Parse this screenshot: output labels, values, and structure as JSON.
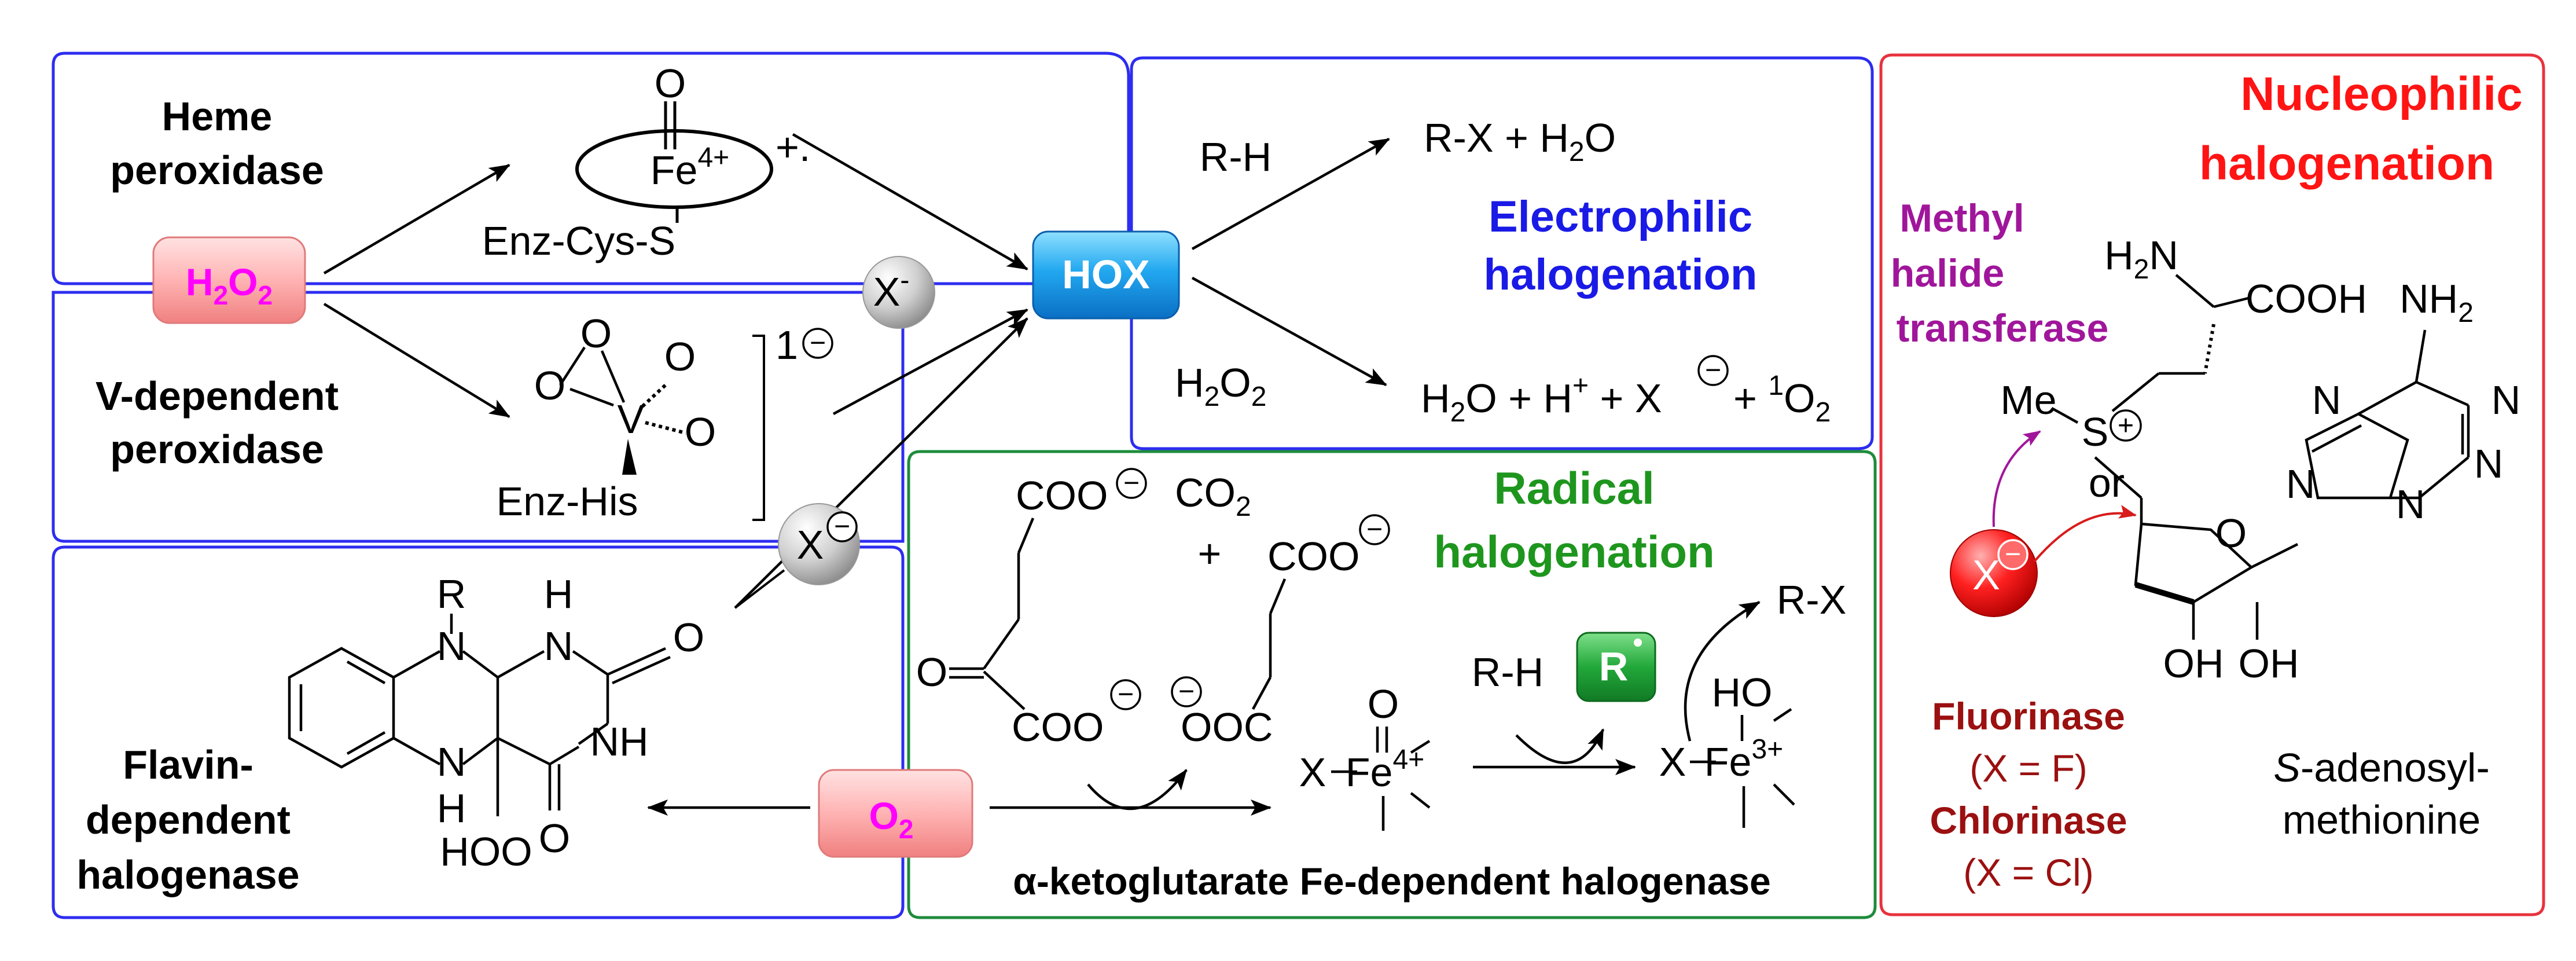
{
  "heme": {
    "title_line1": "Heme",
    "title_line2": "peroxidase",
    "oxo": "O",
    "fe": "Fe",
    "fe_charge": "4+",
    "radical": "+.",
    "ligand": "Enz-Cys-S"
  },
  "vanadium": {
    "title_line1": "V-dependent",
    "title_line2": "peroxidase",
    "metal": "V",
    "o1": "O",
    "o2": "O",
    "o3": "O",
    "o4": "O",
    "charge_num": "1",
    "charge_sign": "−",
    "ligand": "Enz-His"
  },
  "flavin": {
    "title_line1": "Flavin-",
    "title_line2": "dependent",
    "title_line3": "halogenase",
    "r": "R",
    "n_top_left": "N",
    "h_top_mid": "H",
    "n_top_mid": "N",
    "o_right": "O",
    "nh_right": "NH",
    "n_bottom_left": "N",
    "h_bottom_left": "H",
    "o_bottom": "O",
    "hoo": "HOO"
  },
  "reagents": {
    "h2o2": {
      "main": "H",
      "sub1": "2",
      "o": "O",
      "sub2": "2"
    },
    "o2": {
      "main": "O",
      "sub": "2"
    },
    "hox": "HOX",
    "x_minus_top": {
      "x": "X",
      "sign": "-"
    },
    "x_minus_mid": {
      "x": "X",
      "sign": "−"
    }
  },
  "electrophilic": {
    "title_line1": "Electrophilic",
    "title_line2": "halogenation",
    "rh": "R-H",
    "product": {
      "a": "R-X + H",
      "sub": "2",
      "b": "O"
    },
    "h2o2": {
      "a": "H",
      "sub1": "2",
      "b": "O",
      "sub2": "2"
    },
    "side_products": {
      "a": "H",
      "sub1": "2",
      "b": "O + H",
      "sup": "+",
      "c": " + X",
      "sign": "−",
      "d": "+ ",
      "sup2": "1",
      "e": "O",
      "sub2": "2"
    }
  },
  "radical": {
    "title_line1": "Radical",
    "title_line2": "halogenation",
    "coo1": "COO",
    "co2": {
      "a": "CO",
      "sub": "2"
    },
    "plus": "+",
    "coo2": "COO",
    "o_keto": "O",
    "coo3": "COO",
    "ooc": "OOC",
    "minus": "−",
    "fe4": {
      "o": "O",
      "x": "X",
      "fe": "Fe",
      "charge": "4+"
    },
    "rh": "R-H",
    "r_dot": "R",
    "rx": "R-X",
    "fe3": {
      "ho": "HO",
      "x": "X",
      "fe": "Fe",
      "charge": "3+"
    },
    "footer": "α-ketoglutarate Fe-dependent halogenase"
  },
  "nucleophilic": {
    "title_line1": "Nucleophilic",
    "title_line2": "halogenation",
    "enzyme_line1": "Methyl",
    "enzyme_line2": "halide",
    "enzyme_line3": "transferase",
    "h2n": {
      "a": "H",
      "sub": "2",
      "b": "N"
    },
    "cooh": "COOH",
    "nh2": {
      "a": "NH",
      "sub": "2"
    },
    "me": "Me",
    "s": "S",
    "plus": "+",
    "or": "or",
    "x_minus": {
      "x": "X",
      "sign": "−"
    },
    "n1": "N",
    "n2": "N",
    "n3": "N",
    "n4": "N",
    "n5": "N",
    "o_ring": "O",
    "oh1": "OH",
    "oh2": "OH",
    "fluorinase": "Fluorinase",
    "x_f": "(X = F)",
    "chlorinase": "Chlorinase",
    "x_cl": "(X = Cl)",
    "sam_line1_a": "S",
    "sam_line1_b": "-adenosyl-",
    "sam_line2": "methionine"
  },
  "colors": {
    "blue_border": "#2d2df0",
    "green_border": "#1e8c3c",
    "red_border": "#e8323c",
    "electrophilic": "#1a1ae6",
    "radical": "#1e961e",
    "nucleophilic": "#ff1414",
    "methyl_transferase": "#a0169b",
    "fluorinase": "#9b1010",
    "magenta": "#ff00ff"
  }
}
